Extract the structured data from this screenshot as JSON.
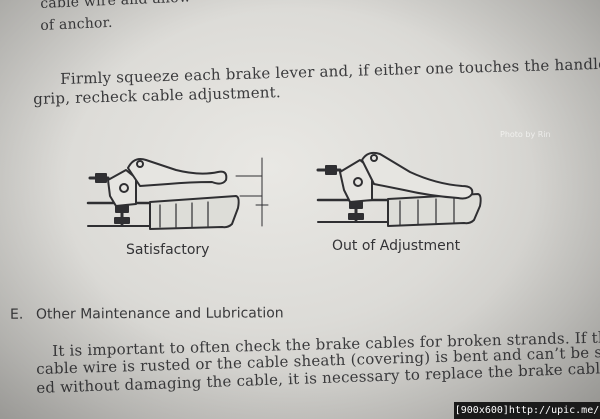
{
  "text": {
    "fragment_line1": "cable wire and allow",
    "fragment_line2": "of anchor.",
    "instruction_line1": "Firmly squeeze each brake lever and, if either one touches the handlebar",
    "instruction_line2": "grip, recheck cable adjustment.",
    "section_number": "E.",
    "section_title": "Other Maintenance and Lubrication",
    "body_line1": "It is important to often check the brake cables for broken strands. If the",
    "body_line2": "cable wire is rusted or the cable sheath (covering) is bent and can’t be straighten-",
    "body_line3": "ed without damaging the cable, it is necessary to replace the brake cable at once."
  },
  "figures": {
    "left_caption": "Satisfactory",
    "right_caption": "Out of Adjustment"
  },
  "watermark": "Photo by Rin",
  "image_stamp": "[900x600]http://upic.me/"
}
